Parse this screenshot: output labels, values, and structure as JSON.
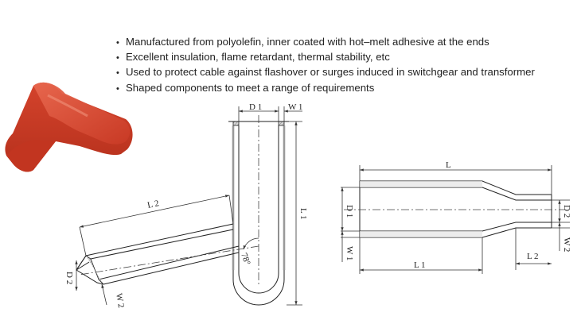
{
  "features": [
    "Manufactured from polyolefin, inner coated with hot–melt adhesive at the ends",
    "Excellent insulation, flame retardant, thermal stability, etc",
    "Used to protect cable against flashover or surges induced in switchgear and transformer",
    "Shaped components to meet a range of requirements"
  ],
  "bullet": "•",
  "elbow_drawing": {
    "labels": {
      "d1": "D 1",
      "w1": "W 1",
      "l1": "L 1",
      "l2": "L 2",
      "d2": "D 2",
      "w2": "W 2",
      "angle": "78°"
    }
  },
  "straight_drawing": {
    "labels": {
      "l": "L",
      "d1": "D 1",
      "w1": "W 1",
      "l1": "L 1",
      "l2": "L 2",
      "d2": "D 2",
      "w2": "W 2"
    }
  },
  "colors": {
    "product": "#d9442b",
    "ink": "#222222",
    "cap_fill": "#d8d8d8"
  }
}
